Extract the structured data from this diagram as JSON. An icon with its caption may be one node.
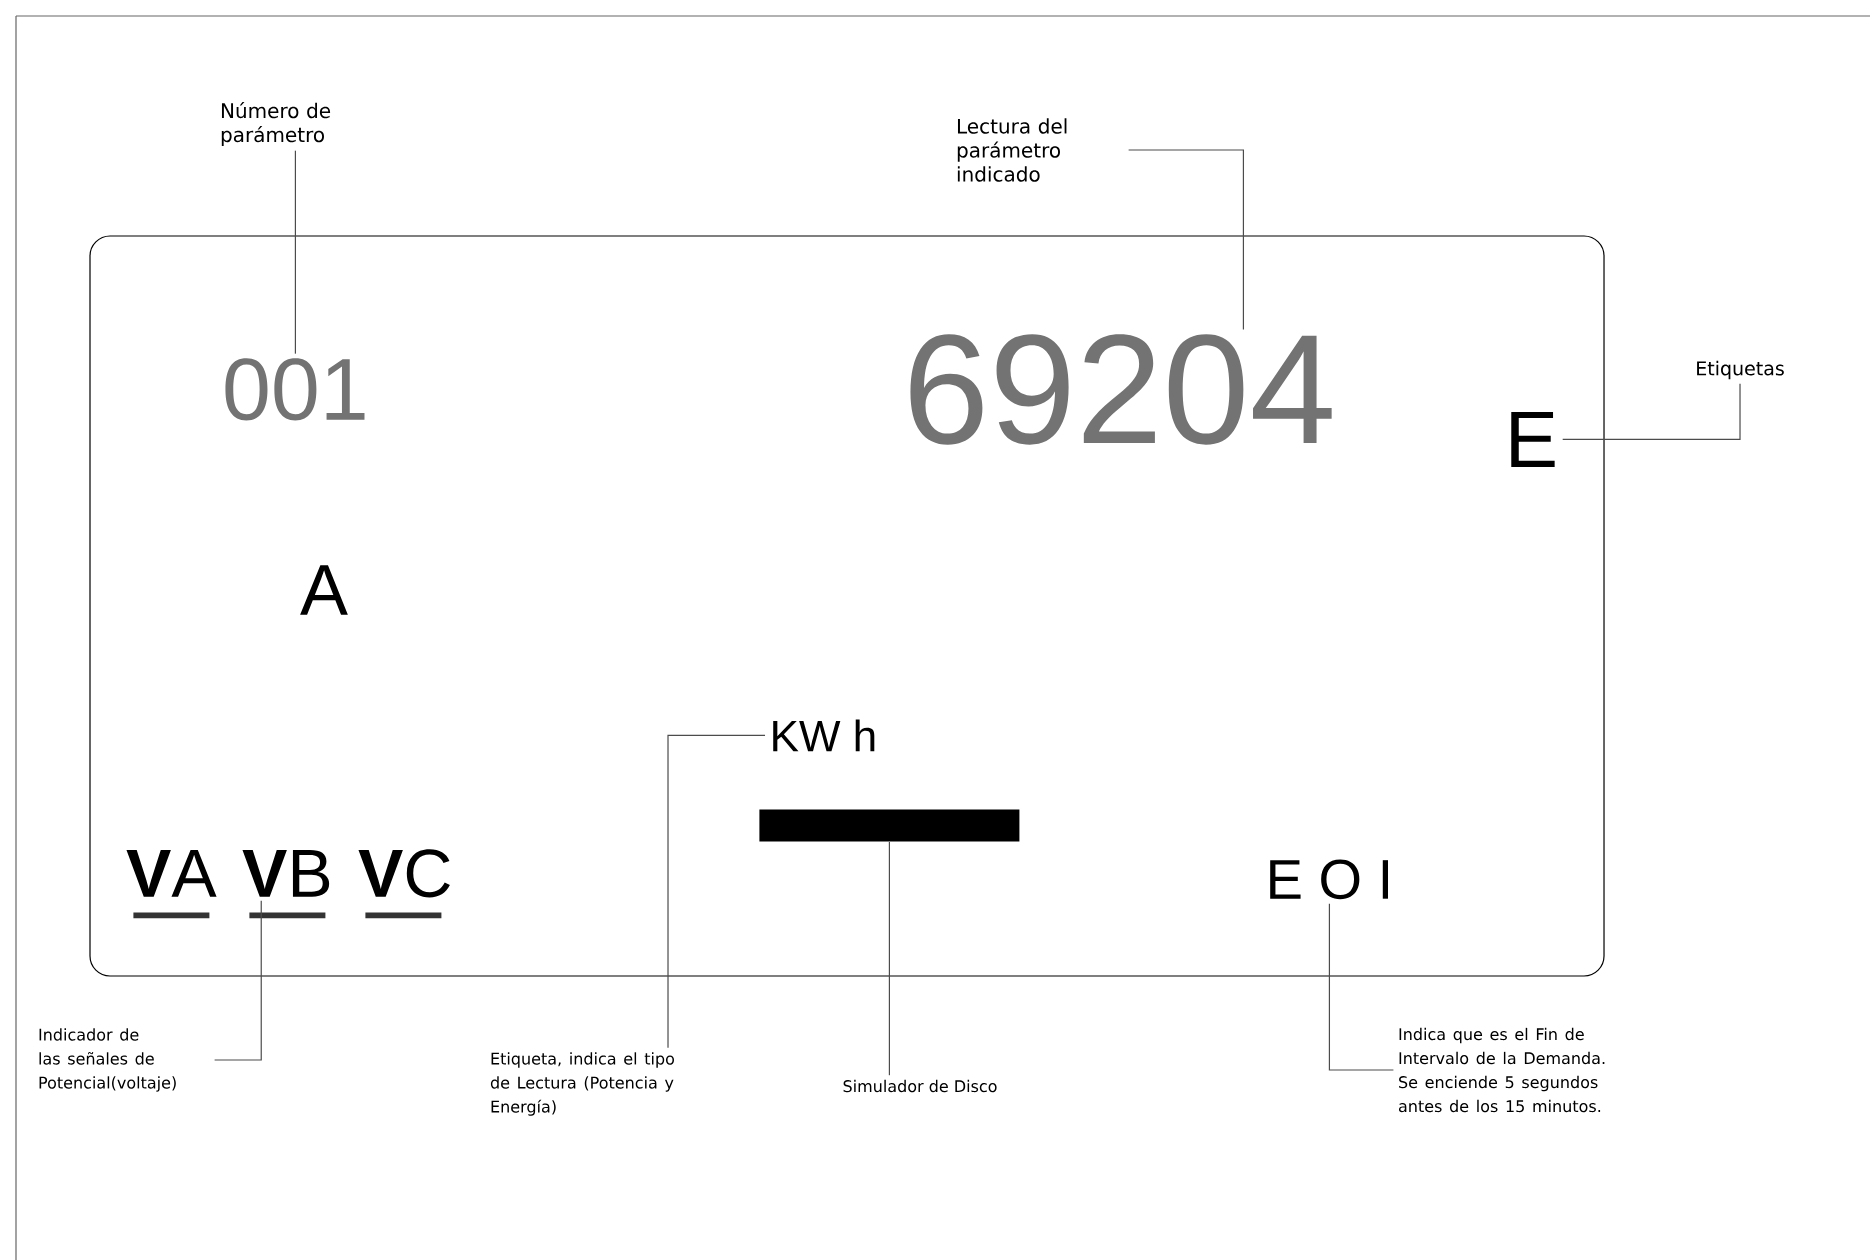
{
  "diagram": {
    "nodes": [
      {
        "text": [],
        "shape": "box"
      },
      {
        "text": [
          "001"
        ],
        "in": 0
      },
      {
        "text": [
          "69204"
        ],
        "in": 0
      },
      {
        "text": [
          "E"
        ],
        "in": 0
      },
      {
        "text": [
          "**V**A",
          "**V**B",
          "**V**C"
        ],
        "in": 0
      },
      {
        "text": [
          "KW h"
        ],
        "in": 0
      },
      {
        "text": [],
        "shape": "bar",
        "in": 0
      },
      {
        "text": [
          "E O I"
        ],
        "in": 0
      },
      {
        "text": [
          "Número de parámetro"
        ]
      },
      {
        "text": [
          "Lectura del parámetro indicado"
        ]
      },
      {
        "text": [
          "Etiquetas"
        ]
      },
      {
        "text": [
          "Indicador   de las señales de Potencial(voltaje)"
        ]
      },
      {
        "text": [
          "Etiqueta, indica el tipo de Lectura (Potencia y Energía)"
        ]
      },
      {
        "text": [
          "Simulador de Disco"
        ]
      },
      {
        "text": [
          "Indica que es el Fin de Intervalo de la Demanda. Se enciende 5 segundos antes de los 15 minutos."
        ]
      }
    ],
    "edges": [
      {
        "from": 8,
        "to": 1,
        "arrow": "none"
      },
      {
        "from": 9,
        "to": 2,
        "arrow": "none"
      },
      {
        "from": 10,
        "to": 3,
        "arrow": "none"
      },
      {
        "from": 4,
        "to": 11,
        "arrow": "none"
      },
      {
        "from": 12,
        "to": 5,
        "arrow": "none"
      },
      {
        "from": 13,
        "to": 6,
        "arrow": "none"
      },
      {
        "from": 7,
        "to": 14,
        "arrow": "none"
      }
    ],
    "labels": [
      "A"
    ]
  }
}
